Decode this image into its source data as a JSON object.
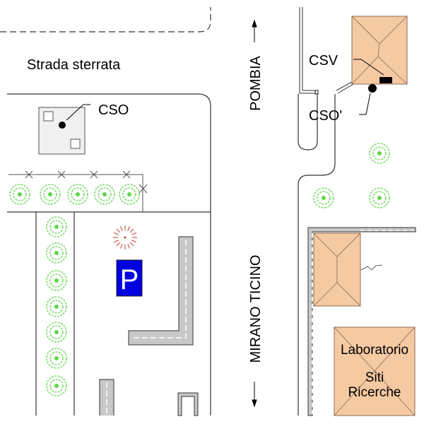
{
  "labels": {
    "dirt_road": "Strada sterrata",
    "cso": "CSO",
    "csv": "CSV",
    "cso_prime": "CSO'",
    "road_north": "POMBIA",
    "road_south": "MIRANO TICINO",
    "lab_line1": "Laboratorio",
    "lab_line2": "Siti",
    "lab_line3": "Ricerche",
    "parking": "P"
  },
  "colors": {
    "building": "#f5c9a2",
    "tree": "#5fd64a",
    "parking_sign": "#0000e0",
    "wall": "#c8c8c8"
  }
}
